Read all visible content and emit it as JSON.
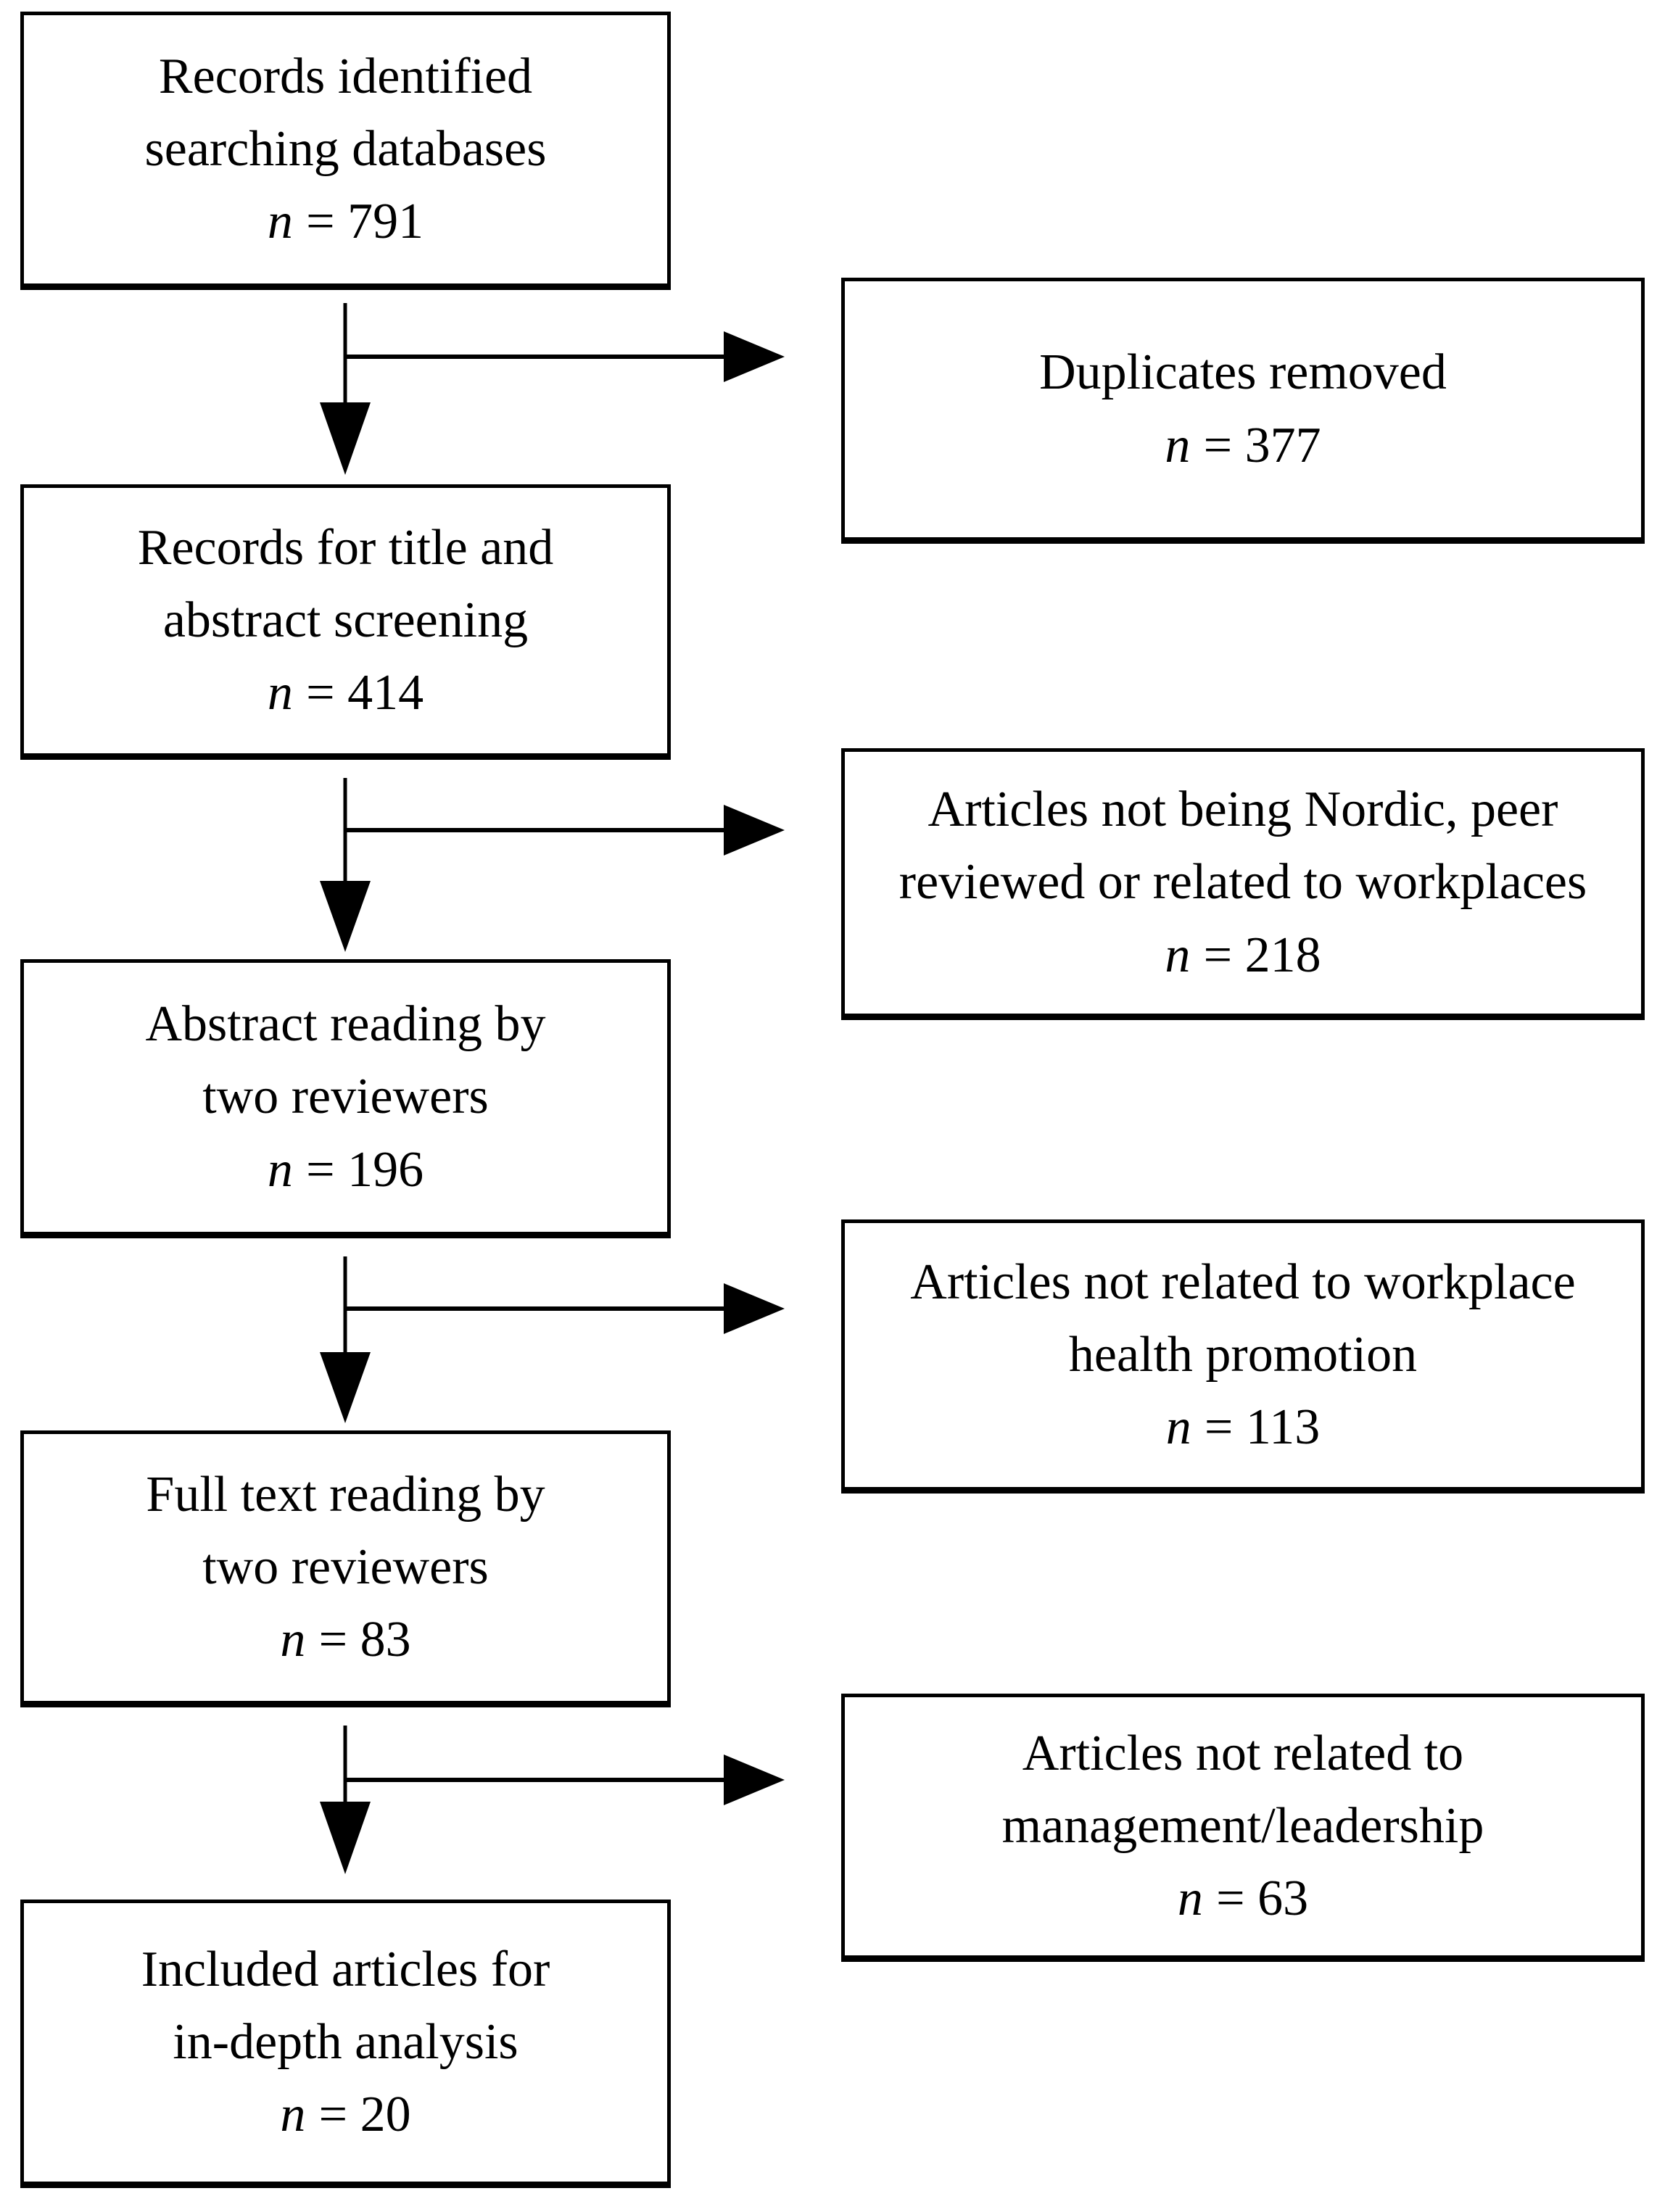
{
  "figure": {
    "type": "flow-diagram",
    "background_color": "#ffffff",
    "box_border_color": "#000000",
    "arrow_color": "#000000",
    "main_path": [
      {
        "label": "Records identified\nsearching databases",
        "n_symbol": "n",
        "n_value": "= 791"
      },
      {
        "label": "Records for title and\nabstract screening",
        "n_symbol": "n",
        "n_value": "= 414"
      },
      {
        "label": "Abstract reading by\ntwo reviewers",
        "n_symbol": "n",
        "n_value": "= 196"
      },
      {
        "label": "Full text reading by\ntwo reviewers",
        "n_symbol": "n",
        "n_value": "= 83"
      },
      {
        "label": "Included articles for\nin-depth analysis",
        "n_symbol": "n",
        "n_value": "= 20"
      }
    ],
    "exclusions": [
      {
        "label": "Duplicates removed",
        "n_symbol": "n",
        "n_value": "= 377"
      },
      {
        "label": "Articles not being Nordic, peer\nreviewed or related to workplaces",
        "n_symbol": "n",
        "n_value": "= 218"
      },
      {
        "label": "Articles not related to workplace\nhealth promotion",
        "n_symbol": "n",
        "n_value": "= 113"
      },
      {
        "label": "Articles not related to\nmanagement/leadership",
        "n_symbol": "n",
        "n_value": "= 63"
      }
    ]
  }
}
